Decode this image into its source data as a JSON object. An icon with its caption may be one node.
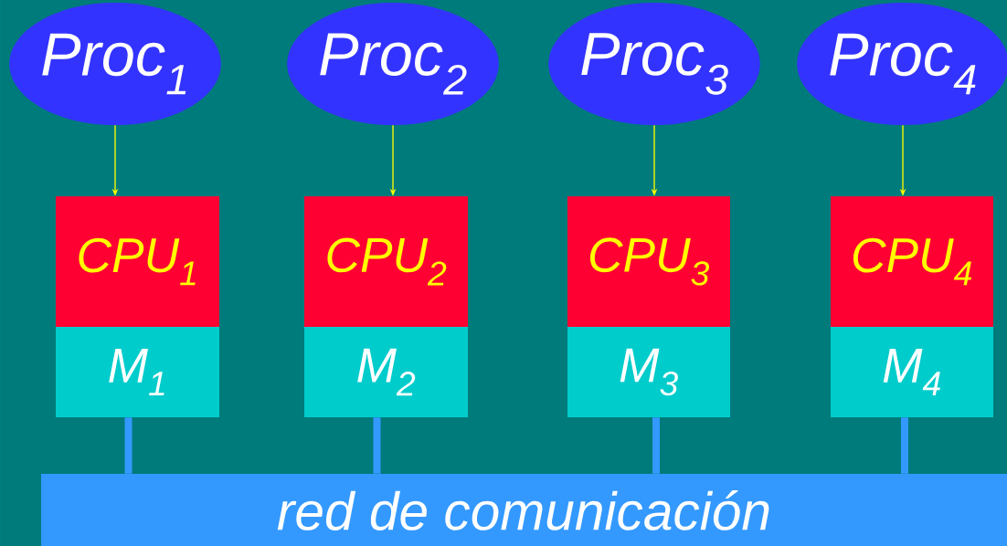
{
  "diagram": {
    "nodes": [
      {
        "text": [
          "Proc$_{1}$"
        ]
      },
      {
        "text": [
          "Proc$_{2}$"
        ]
      },
      {
        "text": [
          "Proc$_{3}$"
        ]
      },
      {
        "text": [
          "Proc$_{4}$"
        ]
      },
      {
        "text": [
          "CPU$_{1}$"
        ]
      },
      {
        "text": [
          "CPU$_{2}$"
        ]
      },
      {
        "text": [
          "CPU$_{3}$"
        ]
      },
      {
        "text": [
          "CPU$_{4}$"
        ]
      },
      {
        "text": [
          "M$_{1}$"
        ]
      },
      {
        "text": [
          "M$_{2}$"
        ]
      },
      {
        "text": [
          "M$_{3}$"
        ]
      },
      {
        "text": [
          "M$_{4}$"
        ]
      },
      {
        "text": [
          "red de comunicación"
        ]
      }
    ],
    "edges": [
      {
        "from": 0,
        "to": 4,
        "arrow": "to",
        "color": "#ffff00"
      },
      {
        "from": 1,
        "to": 5,
        "arrow": "to",
        "color": "#ffff00"
      },
      {
        "from": 2,
        "to": 6,
        "arrow": "to",
        "color": "#ffff00"
      },
      {
        "from": 3,
        "to": 7,
        "arrow": "to",
        "color": "#ffff00"
      },
      {
        "from": 8,
        "to": 12,
        "arrow": "none",
        "style": "thick",
        "color": "#3399ff"
      },
      {
        "from": 9,
        "to": 12,
        "arrow": "none",
        "style": "thick",
        "color": "#3399ff"
      },
      {
        "from": 10,
        "to": 12,
        "arrow": "none",
        "style": "thick",
        "color": "#3399ff"
      },
      {
        "from": 11,
        "to": 12,
        "arrow": "none",
        "style": "thick",
        "color": "#3399ff"
      }
    ]
  }
}
